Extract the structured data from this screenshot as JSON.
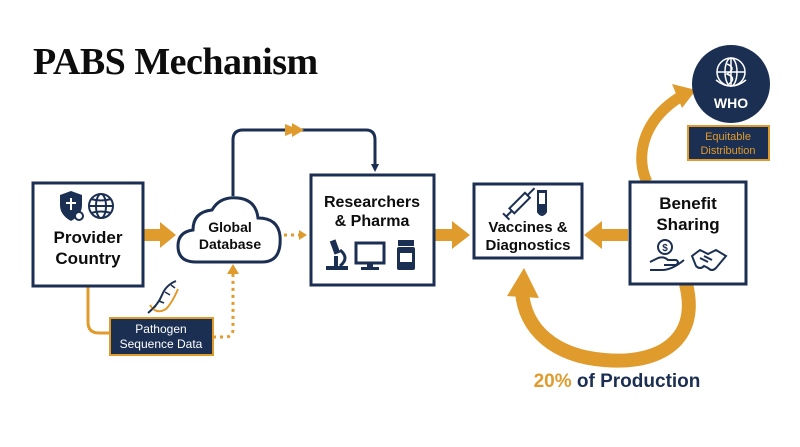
{
  "title": "PABS Mechanism",
  "nodes": {
    "provider": {
      "line1": "Provider",
      "line2": "Country"
    },
    "database": {
      "line1": "Global",
      "line2": "Database"
    },
    "researchers": {
      "line1": "Researchers",
      "line2": "& Pharma"
    },
    "vaccines": {
      "line1": "Vaccines &",
      "line2": "Diagnostics"
    },
    "benefit": {
      "line1": "Benefit",
      "line2": "Sharing"
    },
    "who": {
      "label": "WHO"
    }
  },
  "tags": {
    "pathogen": {
      "line1": "Pathogen",
      "line2": "Sequence Data"
    },
    "equitable": {
      "line1": "Equitable",
      "line2": "Distribution"
    }
  },
  "production": {
    "percent": "20%",
    "text": " of Production"
  },
  "colors": {
    "navy": "#1b2f52",
    "gold": "#e09b2d",
    "tag_fill": "#1b2f52"
  },
  "icons": [
    "shield-icon",
    "globe-icon",
    "cloud-icon",
    "dna-icon",
    "microscope-icon",
    "monitor-icon",
    "pill-bottle-icon",
    "syringe-icon",
    "test-tube-icon",
    "coin-hand-icon",
    "handshake-icon",
    "who-emblem-icon"
  ]
}
